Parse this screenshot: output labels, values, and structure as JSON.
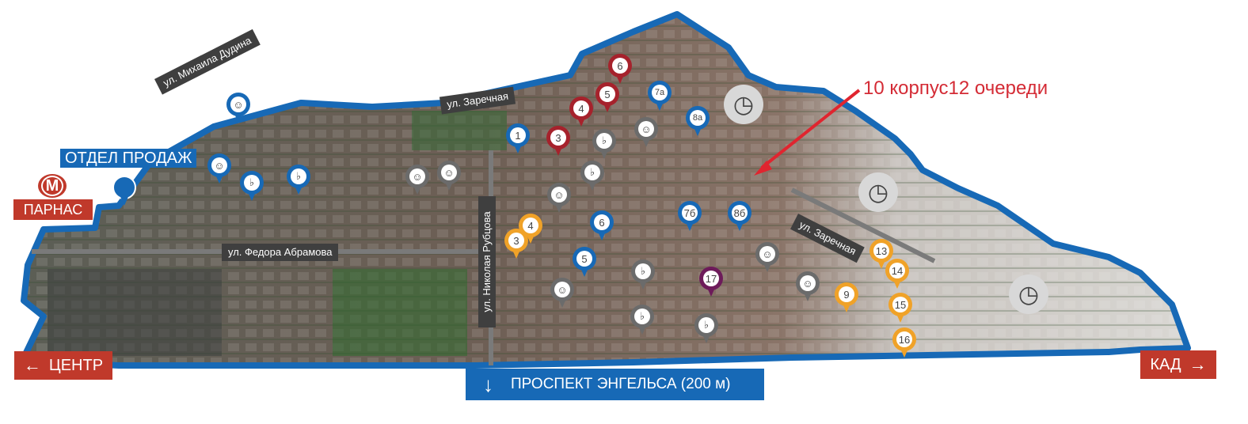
{
  "colors": {
    "boundary": "#1769b6",
    "label_bg": "#3f3f3f",
    "sign_red": "#c0392b",
    "sign_blue": "#1769b6",
    "pin_blue": "#1769b6",
    "pin_red": "#a6222c",
    "pin_orange": "#f0a228",
    "pin_grey": "#6b6b6b",
    "pin_purple": "#6d1b5a",
    "annotation": "#d42b35"
  },
  "annotation": {
    "text": "10 корпус12 очереди"
  },
  "signs": {
    "sales_office": "ОТДЕЛ ПРОДАЖ",
    "metro_station": "ПАРНАС",
    "metro_symbol": "M",
    "center": "ЦЕНТР",
    "kad": "КАД",
    "avenue": "ПРОСПЕКТ ЭНГЕЛЬСА (200 м)"
  },
  "streets": {
    "dudina": "ул. Михаила Дудина",
    "zarechnaya_1": "ул. Заречная",
    "zarechnaya_2": "ул. Заречная",
    "abramova": "ул. Федора Абрамова",
    "rubtsova": "ул. Николая Рубцова"
  },
  "pins": {
    "red": [
      "6",
      "5",
      "4",
      "3"
    ],
    "blue": [
      "1",
      "7а",
      "8а",
      "6",
      "5",
      "7б",
      "8б"
    ],
    "orange": [
      "4",
      "3",
      "13",
      "14",
      "9",
      "15",
      "16"
    ],
    "purple": [
      "17"
    ]
  }
}
